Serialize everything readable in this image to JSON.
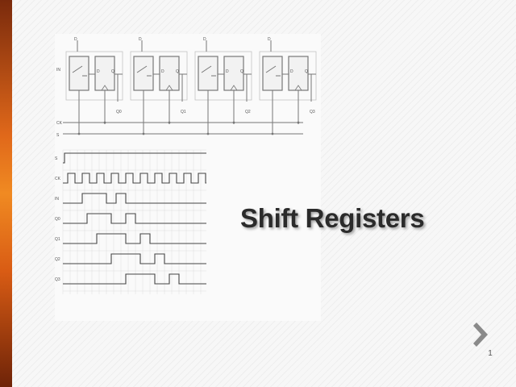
{
  "slide": {
    "title": "Shift Registers",
    "page_number": "1",
    "accent_color": "#e0681a",
    "nav_icon": "chevron-right-icon"
  },
  "figure": {
    "type": "circuit-and-timing-diagram",
    "stage_count": 4,
    "stage_outputs": [
      "Q0",
      "Q1",
      "Q2",
      "Q3"
    ],
    "inputs": [
      "IN",
      "CK",
      "S"
    ],
    "timing_signal_labels": [
      "S",
      "CK",
      "IN",
      "Q0",
      "Q1",
      "Q2",
      "Q3"
    ]
  }
}
